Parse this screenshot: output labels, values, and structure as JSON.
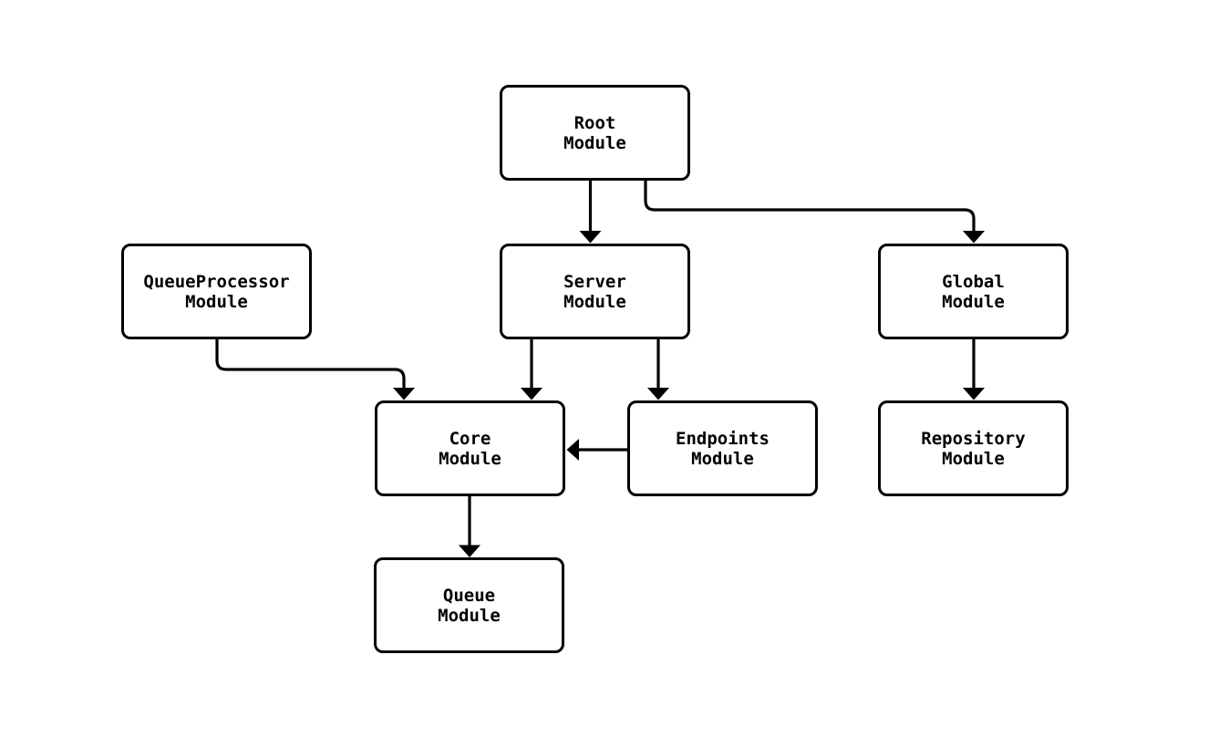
{
  "diagram": {
    "type": "module-dependency-flowchart",
    "colors": {
      "stroke": "#000000",
      "node_fill": "#ffffff",
      "text": "#000000",
      "background": "#ffffff"
    },
    "nodes": [
      {
        "id": "root",
        "label": "Root\nModule"
      },
      {
        "id": "queueprocessor",
        "label": "QueueProcessor\nModule"
      },
      {
        "id": "server",
        "label": "Server\nModule"
      },
      {
        "id": "global",
        "label": "Global\nModule"
      },
      {
        "id": "core",
        "label": "Core\nModule"
      },
      {
        "id": "endpoints",
        "label": "Endpoints\nModule"
      },
      {
        "id": "repository",
        "label": "Repository\nModule"
      },
      {
        "id": "queue",
        "label": "Queue\nModule"
      }
    ],
    "edges": [
      {
        "from": "root",
        "to": "server"
      },
      {
        "from": "root",
        "to": "global"
      },
      {
        "from": "queueprocessor",
        "to": "core"
      },
      {
        "from": "server",
        "to": "core"
      },
      {
        "from": "server",
        "to": "endpoints"
      },
      {
        "from": "endpoints",
        "to": "core"
      },
      {
        "from": "global",
        "to": "repository"
      },
      {
        "from": "core",
        "to": "queue"
      }
    ]
  }
}
